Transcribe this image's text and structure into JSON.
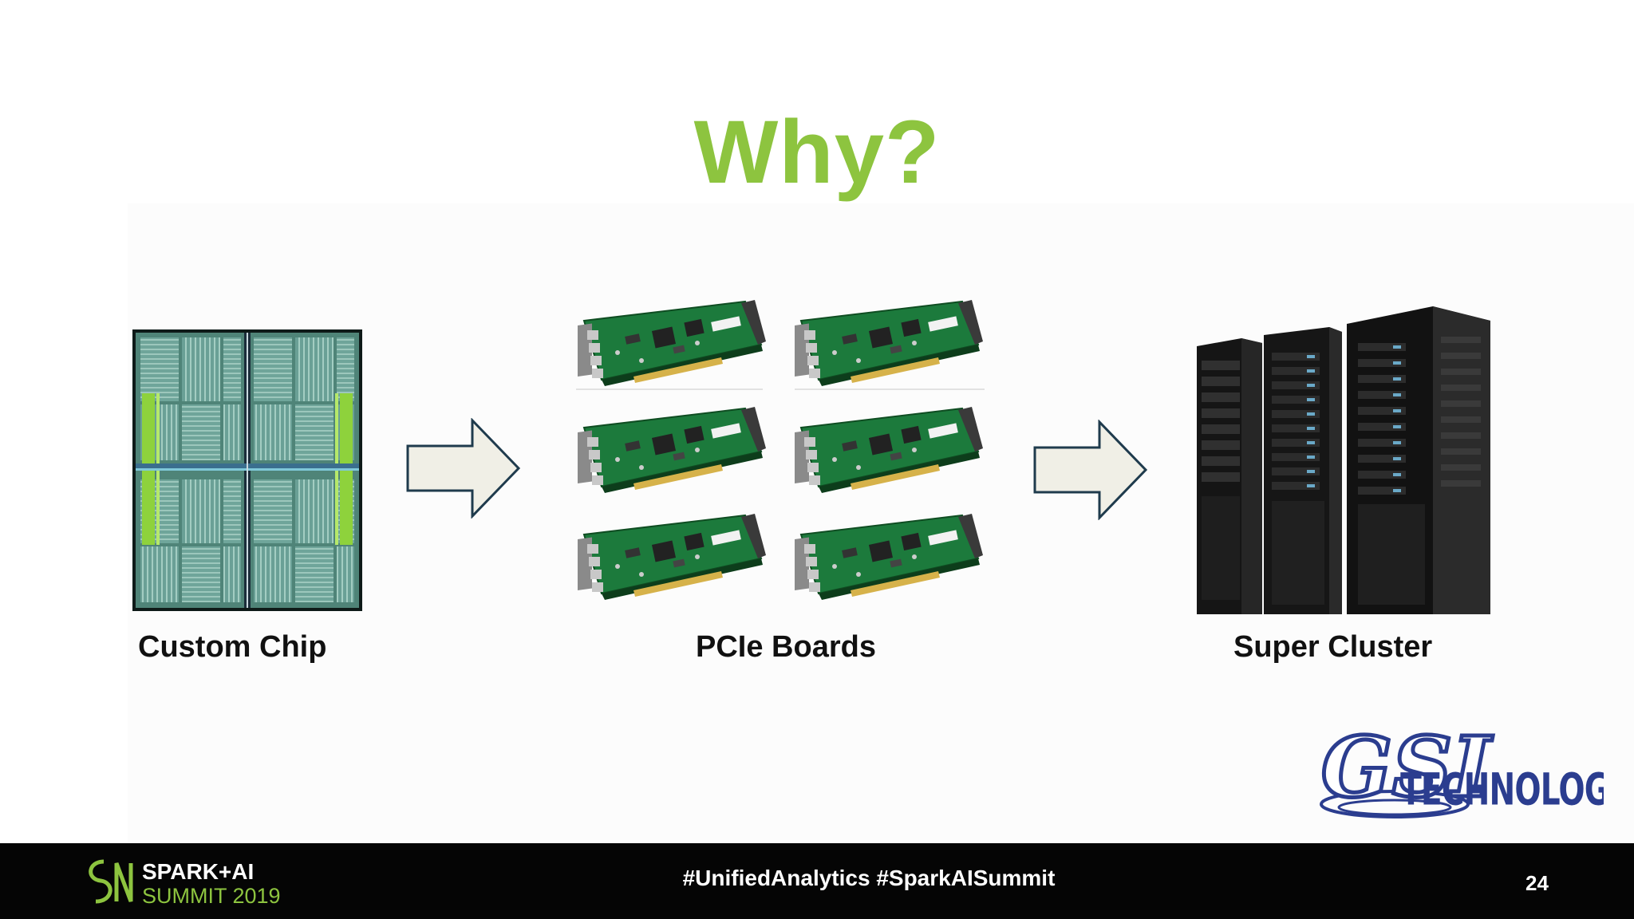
{
  "slide": {
    "title": "Why?",
    "stages": [
      {
        "label": "Custom Chip"
      },
      {
        "label": "PCIe Boards"
      },
      {
        "label": "Super Cluster"
      }
    ],
    "page_number": "24"
  },
  "footer": {
    "hashtags": "#UnifiedAnalytics #SparkAISummit",
    "event_logo": {
      "line1": "SPARK+AI",
      "line2": "SUMMIT 2019"
    }
  },
  "branding": {
    "company_logo": "GSI TECHNOLOGY"
  },
  "colors": {
    "title_green": "#8dc43f",
    "footer_background": "#050505",
    "arrow_fill": "#f0efe6",
    "arrow_stroke": "#1f3b4d",
    "gsi_blue": "#2b3d8f"
  },
  "icons": [
    "chip-die-image",
    "pcie-board-image",
    "server-rack-image",
    "right-arrow-icon",
    "spark-ai-logo",
    "gsi-technology-logo"
  ]
}
